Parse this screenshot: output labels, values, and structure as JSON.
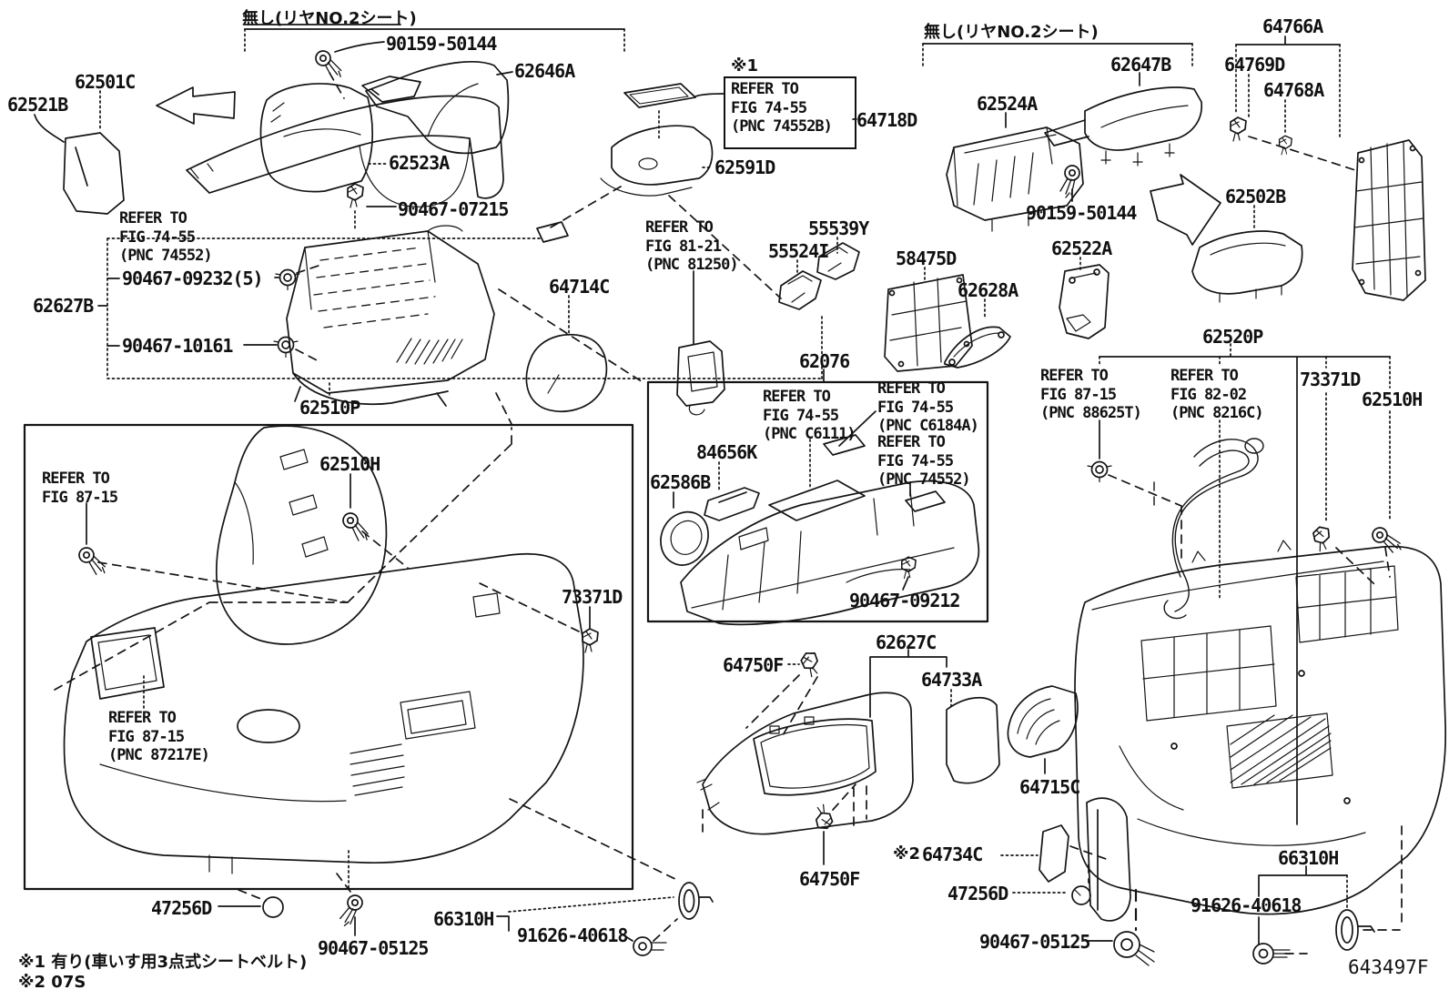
{
  "colors": {
    "ink": "#141414",
    "background": "#ffffff"
  },
  "figure_code": "643497F",
  "labels": [
    {
      "name": "header-no-rear-seat-left",
      "text": "無し(リヤNO.2シート)"
    },
    {
      "name": "part-90159-50144-left",
      "text": "90159-50144"
    },
    {
      "name": "part-62646A",
      "text": "62646A"
    },
    {
      "name": "part-62501C",
      "text": "62501C"
    },
    {
      "name": "part-62521B",
      "text": "62521B"
    },
    {
      "name": "part-62523A",
      "text": "62523A"
    },
    {
      "name": "flag-note1",
      "text": "※1"
    },
    {
      "name": "refer-fig74-55-74552B",
      "text": "REFER TO\nFIG 74-55\n(PNC 74552B)"
    },
    {
      "name": "part-64718D",
      "text": "64718D"
    },
    {
      "name": "part-62591D",
      "text": "62591D"
    },
    {
      "name": "part-90467-07215",
      "text": "90467-07215"
    },
    {
      "name": "refer-fig74-55-74552-left",
      "text": "REFER TO\nFIG 74-55\n(PNC 74552)"
    },
    {
      "name": "part-90467-09232",
      "text": "90467-09232(5)"
    },
    {
      "name": "part-62627B",
      "text": "62627B"
    },
    {
      "name": "part-90467-10161",
      "text": "90467-10161"
    },
    {
      "name": "part-62510P",
      "text": "62510P"
    },
    {
      "name": "part-64714C",
      "text": "64714C"
    },
    {
      "name": "refer-fig81-21-81250",
      "text": "REFER TO\nFIG 81-21\n(PNC 81250)"
    },
    {
      "name": "part-55524I",
      "text": "55524I"
    },
    {
      "name": "part-55539Y",
      "text": "55539Y"
    },
    {
      "name": "part-58475D",
      "text": "58475D"
    },
    {
      "name": "part-62628A",
      "text": "62628A"
    },
    {
      "name": "part-62076",
      "text": "62076"
    },
    {
      "name": "part-62522A",
      "text": "62522A"
    },
    {
      "name": "part-90159-50144-right",
      "text": "90159-50144"
    },
    {
      "name": "part-62524A",
      "text": "62524A"
    },
    {
      "name": "part-62647B",
      "text": "62647B"
    },
    {
      "name": "header-no-rear-seat-right",
      "text": "無し(リヤNO.2シート)"
    },
    {
      "name": "part-64766A",
      "text": "64766A"
    },
    {
      "name": "part-64769D",
      "text": "64769D"
    },
    {
      "name": "part-64768A",
      "text": "64768A"
    },
    {
      "name": "part-62502B",
      "text": "62502B"
    },
    {
      "name": "part-62520P",
      "text": "62520P"
    },
    {
      "name": "refer-fig87-15-88625T",
      "text": "REFER TO\nFIG 87-15\n(PNC 88625T)"
    },
    {
      "name": "refer-fig82-02-8216C",
      "text": "REFER TO\nFIG 82-02\n(PNC 8216C)"
    },
    {
      "name": "part-73371D-right",
      "text": "73371D"
    },
    {
      "name": "part-62510H-right",
      "text": "62510H"
    },
    {
      "name": "refer-fig87-15-left",
      "text": "REFER TO\nFIG 87-15"
    },
    {
      "name": "part-62510H-left",
      "text": "62510H"
    },
    {
      "name": "part-73371D-left",
      "text": "73371D"
    },
    {
      "name": "refer-fig87-15-87217E",
      "text": "REFER TO\nFIG 87-15\n(PNC 87217E)"
    },
    {
      "name": "part-84656K",
      "text": "84656K"
    },
    {
      "name": "part-62586B",
      "text": "62586B"
    },
    {
      "name": "refer-fig74-55-C6111",
      "text": "REFER TO\nFIG 74-55\n(PNC C6111)"
    },
    {
      "name": "refer-fig74-55-C6184A",
      "text": "REFER TO\nFIG 74-55\n(PNC C6184A)"
    },
    {
      "name": "refer-fig74-55-74552-2",
      "text": "REFER TO\nFIG 74-55\n(PNC 74552)"
    },
    {
      "name": "part-90467-09212",
      "text": "90467-09212"
    },
    {
      "name": "part-62627C",
      "text": "62627C"
    },
    {
      "name": "part-64750F-top",
      "text": "64750F"
    },
    {
      "name": "part-64733A",
      "text": "64733A"
    },
    {
      "name": "part-64750F-bottom",
      "text": "64750F"
    },
    {
      "name": "flag-note2",
      "text": "※2"
    },
    {
      "name": "part-64734C",
      "text": "64734C"
    },
    {
      "name": "part-64715C",
      "text": "64715C"
    },
    {
      "name": "part-47256D-right",
      "text": "47256D"
    },
    {
      "name": "part-90467-05125-right",
      "text": "90467-05125"
    },
    {
      "name": "part-66310H-right",
      "text": "66310H"
    },
    {
      "name": "part-91626-40618-right",
      "text": "91626-40618"
    },
    {
      "name": "figure-code",
      "text": "643497F"
    },
    {
      "name": "part-47256D-left",
      "text": "47256D"
    },
    {
      "name": "part-90467-05125-left",
      "text": "90467-05125"
    },
    {
      "name": "part-66310H-left",
      "text": "66310H"
    },
    {
      "name": "part-91626-40618-left",
      "text": "91626-40618"
    },
    {
      "name": "footnote-1",
      "text": "※1 有り(車いす用3点式シートベルト)"
    },
    {
      "name": "footnote-2",
      "text": "※2 07S"
    }
  ]
}
